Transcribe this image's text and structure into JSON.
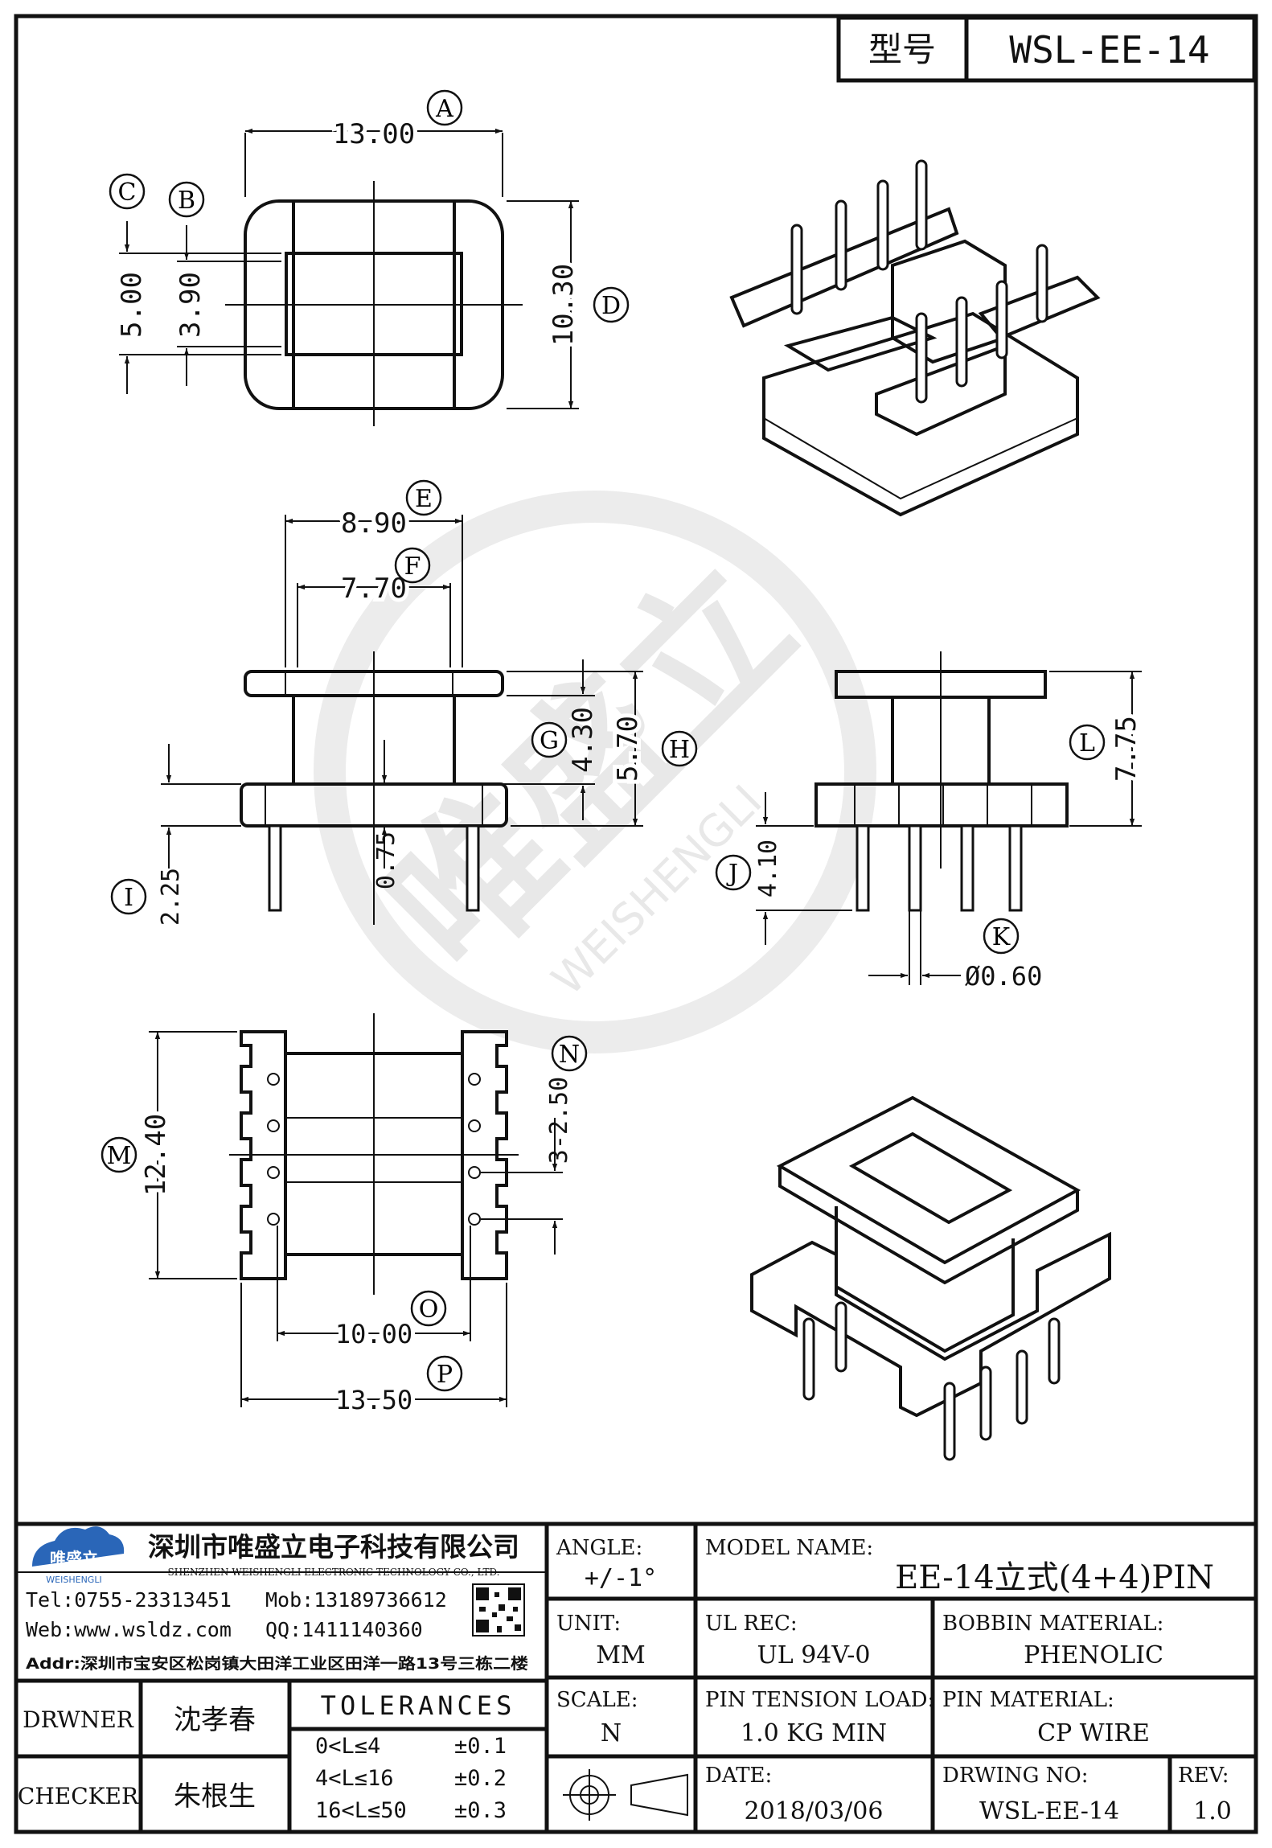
{
  "header": {
    "model_label": "型号",
    "model_value": "WSL-EE-14"
  },
  "dimensions": {
    "A": "13.00",
    "B": "3.90",
    "C": "5.00",
    "D": "10.30",
    "E": "8.90",
    "F": "7.70",
    "G": "4.30",
    "H": "5.70",
    "I": "2.25",
    "J": "4.10",
    "K": "Ø0.60",
    "L": "7.75",
    "M": "12.40",
    "N": "3-2.50",
    "O": "10.00",
    "P": "13.50",
    "flange_gap": "0.75"
  },
  "dimension_letters": [
    "A",
    "B",
    "C",
    "D",
    "E",
    "F",
    "G",
    "H",
    "I",
    "J",
    "K",
    "L",
    "M",
    "N",
    "O",
    "P"
  ],
  "watermark": {
    "chinese": "唯盛立",
    "latin": "WEISHENGLI"
  },
  "company": {
    "name_cn": "深圳市唯盛立电子科技有限公司",
    "name_en": "SHENZHEN WEISHENGLI ELECTRONIC TECHNOLOGY CO., LTD.",
    "logo_text": "唯盛立",
    "logo_sub": "WEISHENGLI",
    "tel": "Tel:0755-23313451",
    "mob": "Mob:13189736612",
    "web": "Web:www.wsldz.com",
    "qq": "QQ:1411140360",
    "addr": "Addr:深圳市宝安区松岗镇大田洋工业区田洋一路13号三栋二楼"
  },
  "title_block": {
    "angle_label": "ANGLE:",
    "angle_value": "+/-1°",
    "model_name_label": "MODEL NAME:",
    "model_name_value": "EE-14立式(4+4)PIN",
    "unit_label": "UNIT:",
    "unit_value": "MM",
    "ul_rec_label": "UL REC:",
    "ul_rec_value": "UL 94V-0",
    "bobbin_material_label": "BOBBIN MATERIAL:",
    "bobbin_material_value": "PHENOLIC",
    "scale_label": "SCALE:",
    "scale_value": "N",
    "pin_tension_label": "PIN TENSION LOAD:",
    "pin_tension_value": "1.0 KG MIN",
    "pin_material_label": "PIN MATERIAL:",
    "pin_material_value": "CP WIRE",
    "date_label": "DATE:",
    "date_value": "2018/03/06",
    "drawing_no_label": "DRWING NO:",
    "drawing_no_value": "WSL-EE-14",
    "rev_label": "REV:",
    "rev_value": "1.0",
    "drawer_label": "DRWNER",
    "drawer_value": "沈孝春",
    "checker_label": "CHECKER",
    "checker_value": "朱根生",
    "tolerances_label": "TOLERANCES",
    "tolerances": [
      {
        "range": "0<L≤4",
        "tol": "±0.1"
      },
      {
        "range": "4<L≤16",
        "tol": "±0.2"
      },
      {
        "range": "16<L≤50",
        "tol": "±0.3"
      }
    ]
  }
}
